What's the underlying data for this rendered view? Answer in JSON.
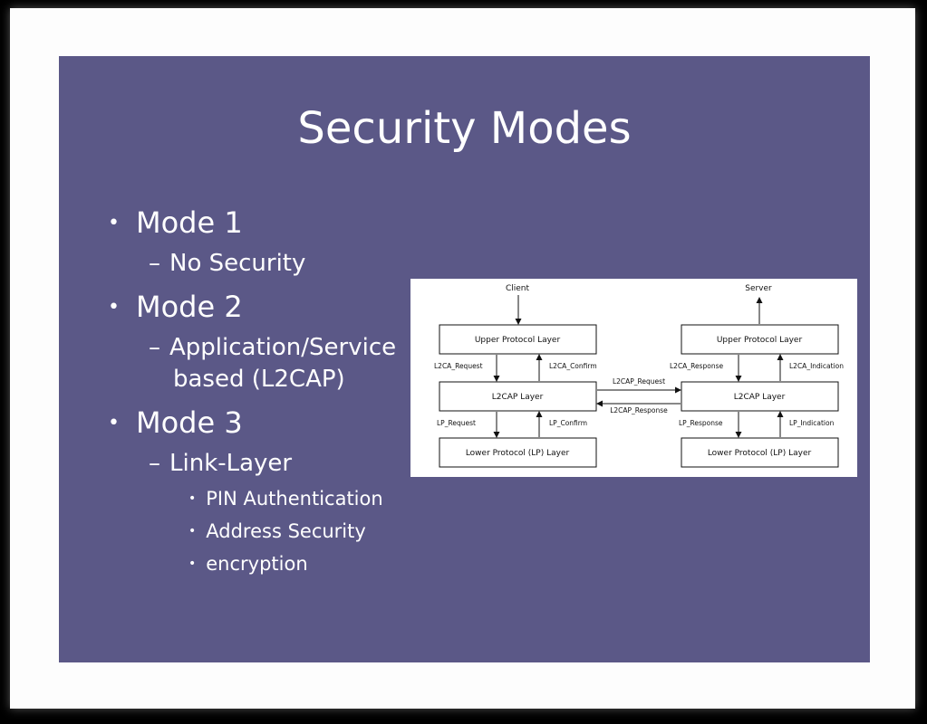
{
  "slide": {
    "title": "Security Modes",
    "items": [
      {
        "bullet": "•",
        "text": "Mode 1"
      },
      {
        "bullet": "–",
        "text": "No Security"
      },
      {
        "bullet": "•",
        "text": "Mode 2"
      },
      {
        "bullet": "–",
        "text": "Application/Service"
      },
      {
        "text": "based (L2CAP)"
      },
      {
        "bullet": "•",
        "text": "Mode 3"
      },
      {
        "bullet": "–",
        "text": "Link-Layer"
      },
      {
        "bullet": "•",
        "text": "PIN Authentication"
      },
      {
        "bullet": "•",
        "text": "Address Security"
      },
      {
        "bullet": "•",
        "text": "encryption"
      }
    ]
  },
  "diagram": {
    "client": "Client",
    "server": "Server",
    "client_upper": "Upper Protocol Layer",
    "client_l2cap": "L2CAP Layer",
    "client_lower": "Lower Protocol (LP) Layer",
    "server_upper": "Upper Protocol Layer",
    "server_l2cap": "L2CAP Layer",
    "server_lower": "Lower Protocol (LP) Layer",
    "l2ca_request": "L2CA_Request",
    "l2ca_confirm": "L2CA_Confirm",
    "l2ca_response": "L2CA_Response",
    "l2ca_indication": "L2CA_Indication",
    "l2cap_request": "L2CAP_Request",
    "l2cap_response": "L2CAP_Response",
    "lp_request": "LP_Request",
    "lp_confirm": "LP_Confirm",
    "lp_response": "LP_Response",
    "lp_indication": "LP_Indication"
  }
}
